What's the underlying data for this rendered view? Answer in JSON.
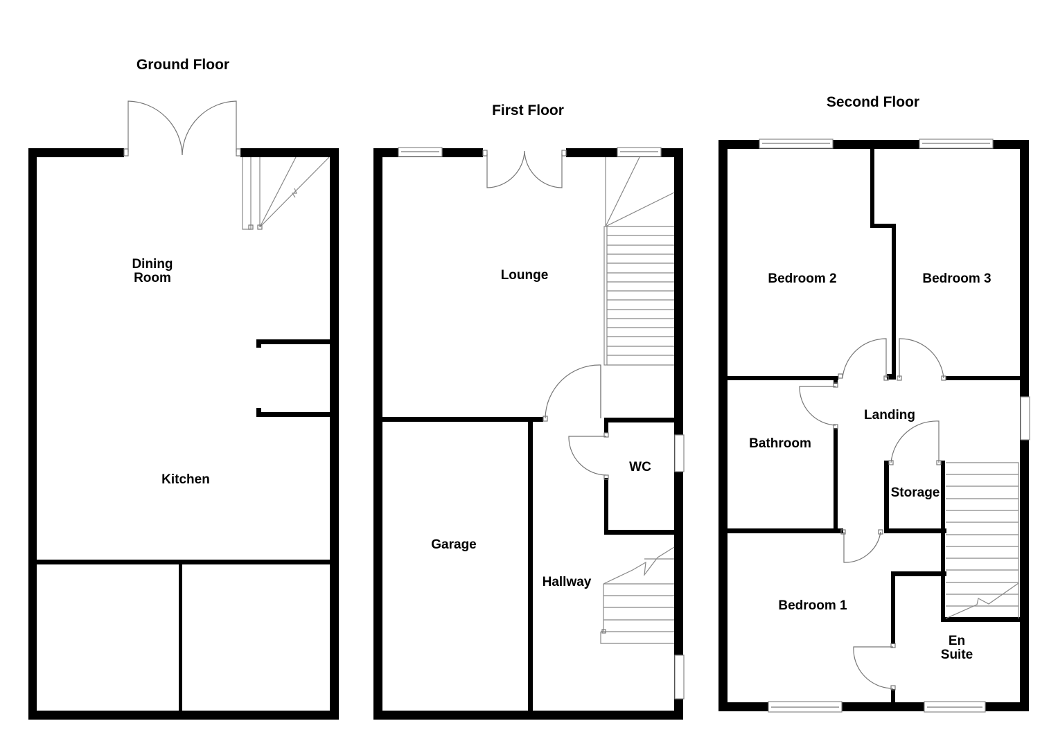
{
  "floors": {
    "ground": {
      "title": "Ground Floor",
      "rooms": {
        "dining": "Dining\nRoom",
        "kitchen": "Kitchen"
      }
    },
    "first": {
      "title": "First Floor",
      "rooms": {
        "lounge": "Lounge",
        "garage": "Garage",
        "hallway": "Hallway",
        "wc": "WC"
      }
    },
    "second": {
      "title": "Second Floor",
      "rooms": {
        "bedroom2": "Bedroom 2",
        "bedroom3": "Bedroom 3",
        "landing": "Landing",
        "bathroom": "Bathroom",
        "storage": "Storage",
        "bedroom1": "Bedroom 1",
        "ensuite": "En\nSuite"
      }
    }
  },
  "colors": {
    "wall": "#000000",
    "fixture": "#777777",
    "background": "#ffffff"
  }
}
